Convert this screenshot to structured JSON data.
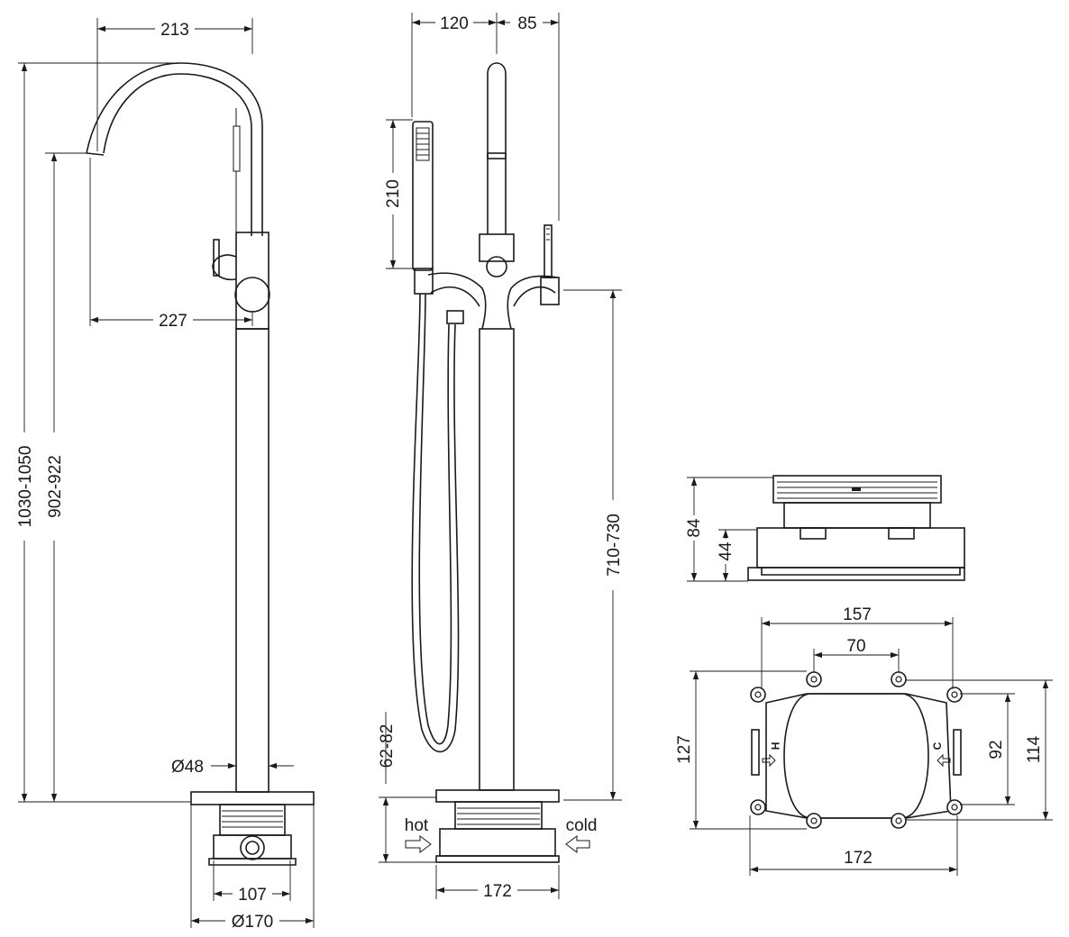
{
  "drawing": {
    "faucet_side": {
      "spout_reach": "213",
      "handle_reach": "227",
      "total_height": "1030-1050",
      "spout_height": "902-922",
      "column_diameter": "Ø48",
      "box_width": "107",
      "base_diameter": "Ø170"
    },
    "faucet_front": {
      "left_offset": "120",
      "right_offset": "85",
      "hand_shower_length": "210",
      "body_height": "710-730",
      "box_depth": "62-82",
      "hot_label": "hot",
      "cold_label": "cold",
      "base_width": "172"
    },
    "box_side": {
      "total_height": "84",
      "frame_height": "44"
    },
    "box_plan": {
      "outer_holes": "157",
      "inner_holes": "70",
      "height": "127",
      "inner_height": "92",
      "outer_height": "114",
      "width": "172",
      "hot_mark": "H",
      "cold_mark": "C"
    }
  }
}
